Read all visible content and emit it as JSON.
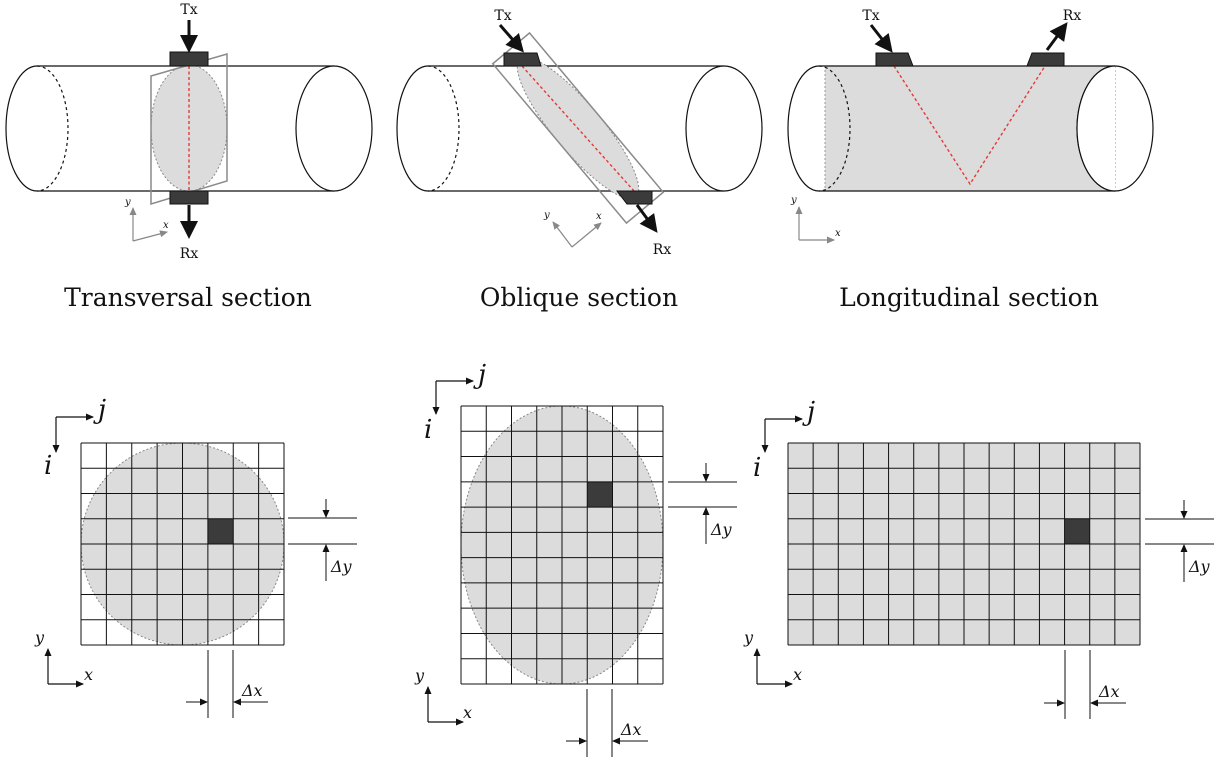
{
  "colors": {
    "fill": "#dcdcdc",
    "dark": "#3b3b3b",
    "beam": "#e53935",
    "outline": "#111111",
    "frame": "#8a8a8a"
  },
  "sections": {
    "transversal": {
      "caption": "Transversal section",
      "tx": "Tx",
      "rx": "Rx",
      "axis_x": "x",
      "axis_y": "y"
    },
    "oblique": {
      "caption": "Oblique section",
      "tx": "Tx",
      "rx": "Rx",
      "axis_x": "x",
      "axis_y": "y"
    },
    "longitudinal": {
      "caption": "Longitudinal section",
      "tx": "Tx",
      "rx": "Rx",
      "axis_x": "x",
      "axis_y": "y"
    }
  },
  "grids": {
    "transversal": {
      "rows": 8,
      "cols": 8,
      "highlight": {
        "row": 3,
        "col": 5
      },
      "index_i": "i",
      "index_j": "j",
      "axis_x": "x",
      "axis_y": "y",
      "delta_x": "Δx",
      "delta_y": "Δy"
    },
    "oblique": {
      "rows": 11,
      "cols": 8,
      "highlight": {
        "row": 3,
        "col": 5
      },
      "index_i": "i",
      "index_j": "j",
      "axis_x": "x",
      "axis_y": "y",
      "delta_x": "Δx",
      "delta_y": "Δy"
    },
    "longitudinal": {
      "rows": 8,
      "cols": 14,
      "highlight": {
        "row": 3,
        "col": 11
      },
      "index_i": "i",
      "index_j": "j",
      "axis_x": "x",
      "axis_y": "y",
      "delta_x": "Δx",
      "delta_y": "Δy"
    }
  }
}
